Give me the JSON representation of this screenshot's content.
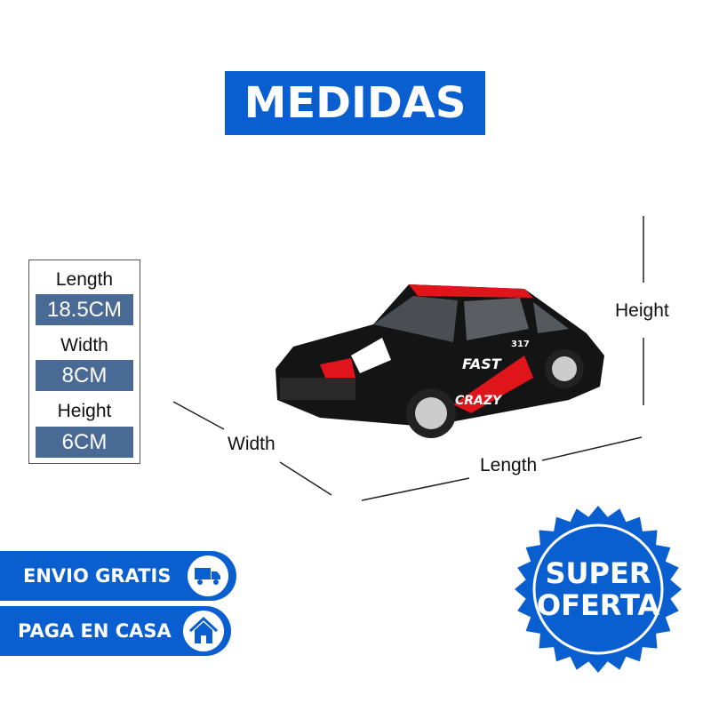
{
  "title": "MEDIDAS",
  "specs": [
    {
      "label": "Length",
      "value": "18.5CM"
    },
    {
      "label": "Width",
      "value": "8CM"
    },
    {
      "label": "Height",
      "value": "6CM"
    }
  ],
  "dimension_labels": {
    "height": "Height",
    "width": "Width",
    "length": "Length"
  },
  "car_decals": {
    "text1": "FAST",
    "text2": "CRAZY",
    "number": "317"
  },
  "badges": [
    {
      "label": "ENVIO GRATIS",
      "icon": "truck-icon"
    },
    {
      "label": "PAGA EN CASA",
      "icon": "house-icon"
    }
  ],
  "offer": {
    "line1": "SUPER",
    "line2": "OFERTA"
  },
  "colors": {
    "brand_blue": "#0a5fd0",
    "spec_box": "#4a6a96",
    "car_red": "#e0141b",
    "car_black": "#141414"
  }
}
